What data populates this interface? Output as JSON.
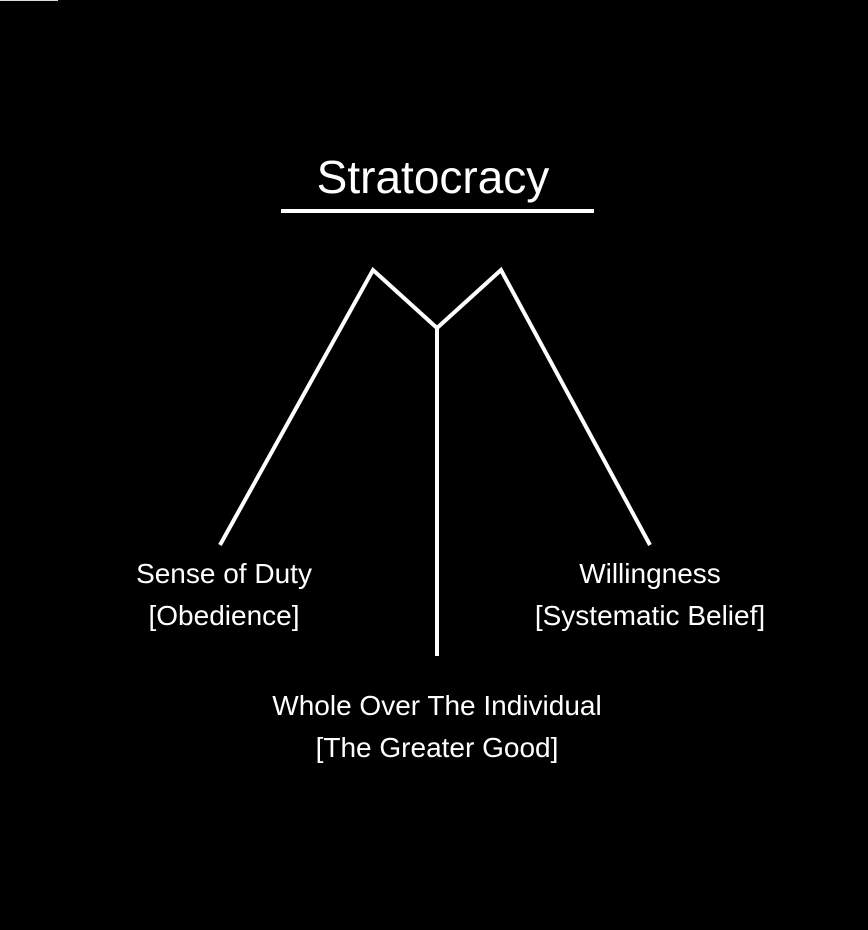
{
  "title": "Stratocracy",
  "nodes": [
    {
      "label": "Sense of Duty",
      "sub": "[Obedience]"
    },
    {
      "label": "Willingness",
      "sub": "[Systematic Belief]"
    },
    {
      "label": "Whole Over The Individual",
      "sub": "[The Greater Good]"
    }
  ]
}
